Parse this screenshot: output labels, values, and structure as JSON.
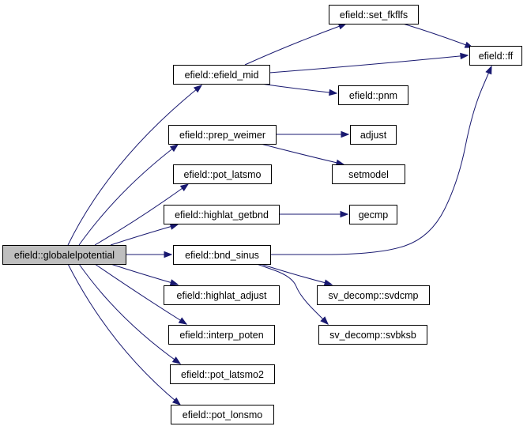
{
  "graph": {
    "root": "efield::globalelpotential",
    "nodes": [
      {
        "id": "globalelpotential",
        "label": "efield::globalelpotential",
        "root": true
      },
      {
        "id": "efield_mid",
        "label": "efield::efield_mid"
      },
      {
        "id": "set_fkflfs",
        "label": "efield::set_fkflfs"
      },
      {
        "id": "ff",
        "label": "efield::ff"
      },
      {
        "id": "pnm",
        "label": "efield::pnm"
      },
      {
        "id": "prep_weimer",
        "label": "efield::prep_weimer"
      },
      {
        "id": "adjust",
        "label": "adjust"
      },
      {
        "id": "setmodel",
        "label": "setmodel"
      },
      {
        "id": "pot_latsmo",
        "label": "efield::pot_latsmo"
      },
      {
        "id": "highlat_getbnd",
        "label": "efield::highlat_getbnd"
      },
      {
        "id": "gecmp",
        "label": "gecmp"
      },
      {
        "id": "bnd_sinus",
        "label": "efield::bnd_sinus"
      },
      {
        "id": "svdcmp",
        "label": "sv_decomp::svdcmp"
      },
      {
        "id": "svbksb",
        "label": "sv_decomp::svbksb"
      },
      {
        "id": "highlat_adjust",
        "label": "efield::highlat_adjust"
      },
      {
        "id": "interp_poten",
        "label": "efield::interp_poten"
      },
      {
        "id": "pot_latsmo2",
        "label": "efield::pot_latsmo2"
      },
      {
        "id": "pot_lonsmo",
        "label": "efield::pot_lonsmo"
      }
    ],
    "edges": [
      {
        "from": "globalelpotential",
        "to": "efield_mid"
      },
      {
        "from": "globalelpotential",
        "to": "prep_weimer"
      },
      {
        "from": "globalelpotential",
        "to": "pot_latsmo"
      },
      {
        "from": "globalelpotential",
        "to": "highlat_getbnd"
      },
      {
        "from": "globalelpotential",
        "to": "bnd_sinus"
      },
      {
        "from": "globalelpotential",
        "to": "highlat_adjust"
      },
      {
        "from": "globalelpotential",
        "to": "interp_poten"
      },
      {
        "from": "globalelpotential",
        "to": "pot_latsmo2"
      },
      {
        "from": "globalelpotential",
        "to": "pot_lonsmo"
      },
      {
        "from": "efield_mid",
        "to": "set_fkflfs"
      },
      {
        "from": "efield_mid",
        "to": "ff"
      },
      {
        "from": "efield_mid",
        "to": "pnm"
      },
      {
        "from": "set_fkflfs",
        "to": "ff"
      },
      {
        "from": "prep_weimer",
        "to": "adjust"
      },
      {
        "from": "prep_weimer",
        "to": "setmodel"
      },
      {
        "from": "highlat_getbnd",
        "to": "gecmp"
      },
      {
        "from": "bnd_sinus",
        "to": "ff"
      },
      {
        "from": "bnd_sinus",
        "to": "svdcmp"
      },
      {
        "from": "bnd_sinus",
        "to": "svbksb"
      }
    ],
    "colors": {
      "edge": "#191970",
      "node_border": "#000000",
      "node_fill": "#ffffff",
      "root_fill": "#bfbfbf"
    }
  }
}
